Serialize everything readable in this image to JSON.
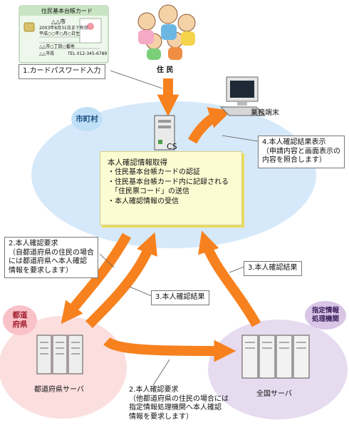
{
  "card": {
    "title": "住民基本台帳カード",
    "city": "△△市",
    "lines": [
      "2003年8月31日まで有効",
      "平成○○年○月○日生",
      "△△市○丁目○番地",
      "△△市長",
      "TEL 012-345-6789"
    ]
  },
  "nodes": {
    "residents": "住 民",
    "terminal": "業務端末",
    "cs": "CS",
    "pref_server": "都道府県サーバ",
    "national_server": "全国サーバ"
  },
  "regions": {
    "city": "市町村",
    "prefecture": "都道\n府県",
    "agency": "指定情報\n処理機関"
  },
  "cs_box": {
    "title": "本人確認情報取得",
    "items": [
      "・住民基本台帳カードの認証",
      "・住民基本台帳カード内に記録される",
      "　「住民票コード」の送信",
      "・本人確認情報の受信"
    ]
  },
  "callouts": {
    "step1": "1.カードパスワード入力",
    "step4": [
      "4.本人確認結果表示",
      "（申請内容と画面表示の",
      "内容を照合します）"
    ],
    "step2_pref": [
      "2.本人確認要求",
      "（自都道府県の住民の場合",
      "には都道府県へ本人確認",
      "情報を要求します）"
    ],
    "step3_right": "3.本人確認結果",
    "step3_mid": "3.本人確認結果",
    "step2_agency": [
      "2.本人確認要求",
      "（他都道府県の住民の場合には",
      "指定情報処理機関へ本人確認",
      "情報を要求します）"
    ]
  },
  "colors": {
    "arrow": "#f7811e",
    "city_ellipse": "#d6e9fa",
    "pref_ellipse": "#fbdede",
    "agency_ellipse": "#e6dbef",
    "city_badge": "#bfe0f6",
    "pref_badge": "#f9c2c8",
    "agency_badge": "#d9c6e6",
    "cs_box_fill": "#fdfbd2"
  }
}
